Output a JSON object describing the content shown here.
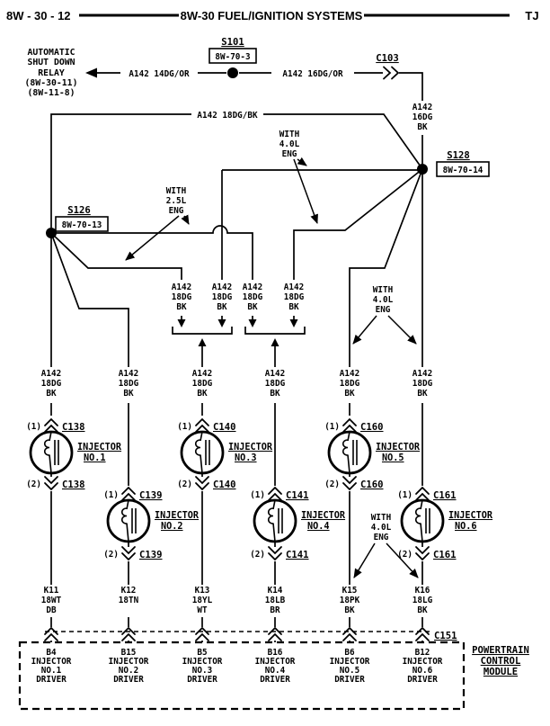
{
  "header": {
    "page": "8W - 30 - 12",
    "title": "8W-30 FUEL/IGNITION SYSTEMS",
    "vehicle": "TJ"
  },
  "asd_relay": {
    "lines": [
      "AUTOMATIC",
      "SHUT DOWN",
      "RELAY",
      "(8W-30-11)",
      "(8W-11-8)"
    ]
  },
  "top": {
    "wire_left": "A142 14DG/OR",
    "splice": "S101",
    "splice_ref": "8W-70-3",
    "wire_right": "A142 16DG/OR",
    "connector": "C103",
    "drop_wire": [
      "A142",
      "16DG",
      "BK"
    ]
  },
  "branch": {
    "wire": "A142 18DG/BK",
    "s128": "S128",
    "s128_ref": "8W-70-14",
    "s126": "S126",
    "s126_ref": "8W-70-13"
  },
  "annotations": {
    "with_40l": [
      "WITH",
      "4.0L",
      "ENG"
    ],
    "with_25l": [
      "WITH",
      "2.5L",
      "ENG"
    ]
  },
  "mid_wires": [
    [
      "A142",
      "18DG",
      "BK"
    ],
    [
      "A142",
      "18DG",
      "BK"
    ],
    [
      "A142",
      "18DG",
      "BK"
    ],
    [
      "A142",
      "18DG",
      "BK"
    ]
  ],
  "injectors": [
    {
      "pin_top": "(1)",
      "conn_top": "C138",
      "name": "INJECTOR",
      "num": "NO.1",
      "pin_bot": "(2)",
      "conn_bot": "C138",
      "supply": [
        "A142",
        "18DG",
        "BK"
      ],
      "wire": [
        "K11",
        "18WT",
        "DB"
      ],
      "pcm_pin": "B4",
      "pcm_desc": [
        "INJECTOR",
        "NO.1",
        "DRIVER"
      ]
    },
    {
      "pin_top": "(1)",
      "conn_top": "C139",
      "name": "INJECTOR",
      "num": "NO.2",
      "pin_bot": "(2)",
      "conn_bot": "C139",
      "supply": [
        "A142",
        "18DG",
        "BK"
      ],
      "wire": [
        "K12",
        "18TN"
      ],
      "pcm_pin": "B15",
      "pcm_desc": [
        "INJECTOR",
        "NO.2",
        "DRIVER"
      ]
    },
    {
      "pin_top": "(1)",
      "conn_top": "C140",
      "name": "INJECTOR",
      "num": "NO.3",
      "pin_bot": "(2)",
      "conn_bot": "C140",
      "supply": [
        "A142",
        "18DG",
        "BK"
      ],
      "wire": [
        "K13",
        "18YL",
        "WT"
      ],
      "pcm_pin": "B5",
      "pcm_desc": [
        "INJECTOR",
        "NO.3",
        "DRIVER"
      ]
    },
    {
      "pin_top": "(1)",
      "conn_top": "C141",
      "name": "INJECTOR",
      "num": "NO.4",
      "pin_bot": "(2)",
      "conn_bot": "C141",
      "supply": [
        "A142",
        "18DG",
        "BK"
      ],
      "wire": [
        "K14",
        "18LB",
        "BR"
      ],
      "pcm_pin": "B16",
      "pcm_desc": [
        "INJECTOR",
        "NO.4",
        "DRIVER"
      ]
    },
    {
      "pin_top": "(1)",
      "conn_top": "C160",
      "name": "INJECTOR",
      "num": "NO.5",
      "pin_bot": "(2)",
      "conn_bot": "C160",
      "supply": [
        "A142",
        "18DG",
        "BK"
      ],
      "wire": [
        "K15",
        "18PK",
        "BK"
      ],
      "pcm_pin": "B6",
      "pcm_desc": [
        "INJECTOR",
        "NO.5",
        "DRIVER"
      ]
    },
    {
      "pin_top": "(1)",
      "conn_top": "C161",
      "name": "INJECTOR",
      "num": "NO.6",
      "pin_bot": "(2)",
      "conn_bot": "C161",
      "supply": [
        "A142",
        "18DG",
        "BK"
      ],
      "wire": [
        "K16",
        "18LG",
        "BK"
      ],
      "pcm_pin": "B12",
      "pcm_desc": [
        "INJECTOR",
        "NO.6",
        "DRIVER"
      ]
    }
  ],
  "bottom": {
    "connector": "C151",
    "module": [
      "POWERTRAIN",
      "CONTROL",
      "MODULE"
    ]
  },
  "colors": {
    "ink": "#000000",
    "paper": "#ffffff"
  }
}
